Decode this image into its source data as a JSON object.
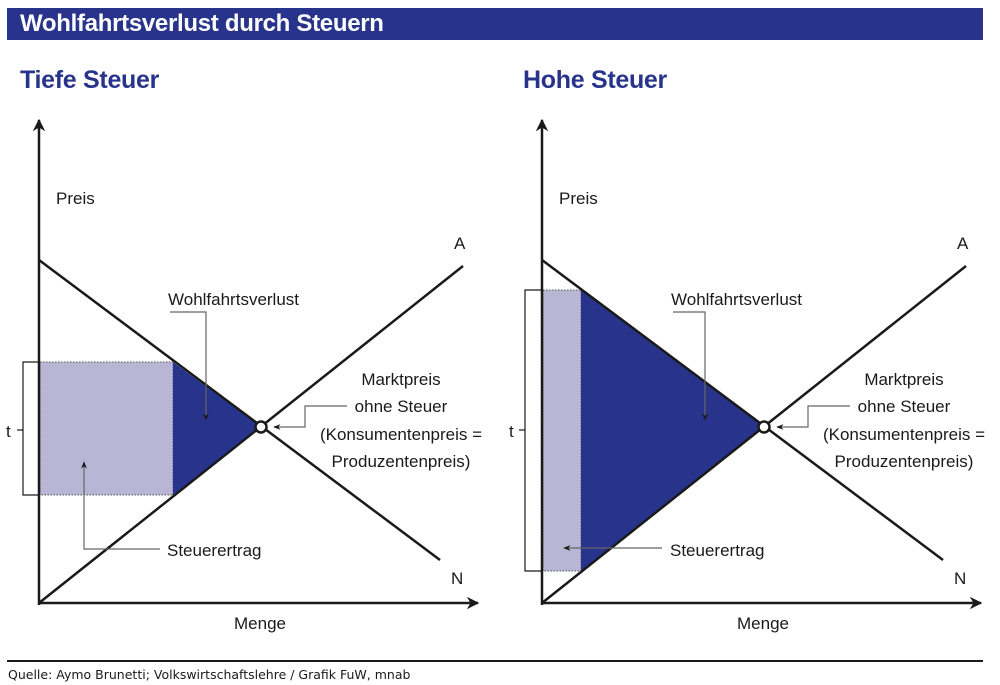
{
  "header": {
    "title": "Wohlfahrtsverlust durch Steuern"
  },
  "footer": {
    "source": "Quelle: Aymo Brunetti; Volkswirtschaftslehre / Grafik FuW, mnab"
  },
  "colors": {
    "brand": "#28348c",
    "welfare_loss_fill": "#28348c",
    "tax_revenue_fill": "#b8b6d4",
    "line": "#1a1a1a",
    "annotation_line": "#666666"
  },
  "panels": [
    {
      "title": "Tiefe Steuer",
      "y_axis_label": "Preis",
      "x_axis_label": "Menge",
      "supply_label": "A",
      "demand_label": "N",
      "tax_label": "t",
      "welfare_loss_label": "Wohlfahrtsverlust",
      "tax_revenue_label": "Steuerertrag",
      "equilibrium_label": [
        "Marktpreis",
        "ohne Steuer",
        "(Konsumentenpreis =",
        "Produzentenpreis)"
      ]
    },
    {
      "title": "Hohe Steuer",
      "y_axis_label": "Preis",
      "x_axis_label": "Menge",
      "supply_label": "A",
      "demand_label": "N",
      "tax_label": "t",
      "welfare_loss_label": "Wohlfahrtsverlust",
      "tax_revenue_label": "Steuerertrag",
      "equilibrium_label": [
        "Marktpreis",
        "ohne Steuer",
        "(Konsumentenpreis =",
        "Produzentenpreis)"
      ]
    }
  ],
  "chart_data": [
    {
      "type": "diagram",
      "title": "Tiefe Steuer",
      "xlabel": "Menge",
      "ylabel": "Preis",
      "curves": [
        {
          "name": "A",
          "kind": "supply",
          "from": [
            0,
            0
          ],
          "to": [
            1.0,
            0.81
          ]
        },
        {
          "name": "N",
          "kind": "demand",
          "from": [
            0,
            0.71
          ],
          "to": [
            0.92,
            -0.1
          ]
        }
      ],
      "equilibrium": {
        "q": 0.51,
        "p": 0.37
      },
      "tax_wedge": {
        "q": 0.3,
        "consumer_price": 0.5,
        "producer_price": 0.24,
        "t": 0.26
      },
      "areas": {
        "tax_revenue": "rectangle q 0–0.3 between producer and consumer price",
        "welfare_loss": "triangle between q 0.3 and equilibrium"
      },
      "grid": false
    },
    {
      "type": "diagram",
      "title": "Hohe Steuer",
      "xlabel": "Menge",
      "ylabel": "Preis",
      "curves": [
        {
          "name": "A",
          "kind": "supply",
          "from": [
            0,
            0
          ],
          "to": [
            1.0,
            0.81
          ]
        },
        {
          "name": "N",
          "kind": "demand",
          "from": [
            0,
            0.71
          ],
          "to": [
            0.92,
            -0.1
          ]
        }
      ],
      "equilibrium": {
        "q": 0.51,
        "p": 0.37
      },
      "tax_wedge": {
        "q": 0.09,
        "consumer_price": 0.64,
        "producer_price": 0.07,
        "t": 0.57
      },
      "areas": {
        "tax_revenue": "rectangle q 0–0.09 between producer and consumer price",
        "welfare_loss": "triangle between q 0.09 and equilibrium"
      },
      "grid": false
    }
  ]
}
